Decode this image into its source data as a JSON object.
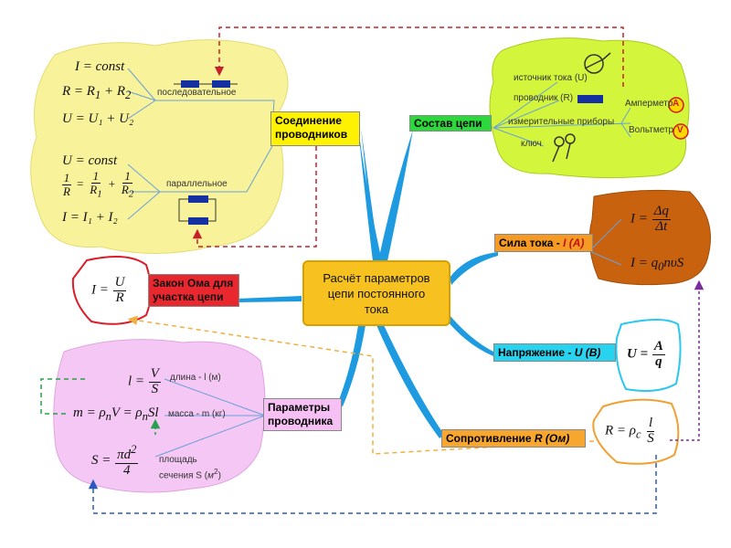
{
  "center": {
    "title": "Расчёт параметров\nцепи постоянного\nтока"
  },
  "branches": {
    "connection": {
      "label": "Соединение\nпроводников",
      "series": "последовательное",
      "parallel": "параллельное",
      "f_series_I": "I = const",
      "f_series_U": "U = U₁ + U₂",
      "f_parallel_U": "U = const",
      "f_parallel_I": "I = I₁ + I₂"
    },
    "composition": {
      "label": "Состав цепи",
      "source": "источник тока (U)",
      "conductor": "проводник (R)",
      "instruments": "измерительные приборы",
      "key": "ключ",
      "ammeter": "Амперметр",
      "ammeter_sym": "A",
      "voltmeter": "Вольтметр",
      "voltmeter_sym": "V"
    },
    "current": {
      "label_prefix": "Сила тока - ",
      "label_symbol": "I (A)"
    },
    "ohm": {
      "label": "Закон Ома для\nучастка цепи",
      "f_I": "I =",
      "f_U": "U",
      "f_R": "R"
    },
    "voltage": {
      "label_prefix": "Напряжение - ",
      "label_symbol": "U (B)"
    },
    "resistance": {
      "label_prefix": "Сопротивление ",
      "label_symbol": "R (Ом)"
    },
    "conductor_params": {
      "label": "Параметры\nпроводника",
      "length": "длина - l (м)",
      "mass": "масса - m (кг)",
      "area": "площадь\nсечения S (",
      "area_unit": "м",
      "area_close": ")"
    }
  },
  "colors": {
    "center_fill": "#f7c21f",
    "connection_bg": "#f8f39a",
    "composition_bg": "#d3f53c",
    "current_bg": "#c9620f",
    "ohm_box": "#e8282e",
    "voltage_box": "#28d3f0",
    "params_bg": "#f4c7f4",
    "resistance_box": "#f7a630",
    "connection_box": "#fff200",
    "composition_box": "#2bd93b",
    "current_box": "#f59a24",
    "params_box": "#f7c0f4",
    "branch_line": "#1d9ae0",
    "red_dash": "#c8202a",
    "green_dash": "#27a04a",
    "orange_dash": "#f0b040",
    "blue_dash": "#2a5ac0",
    "purple_dash": "#7a2c9c"
  },
  "icons": [
    "battery-source-icon",
    "conductor-resistor-icon",
    "ammeter-icon",
    "voltmeter-icon",
    "switch-key-icon",
    "series-resistors-icon",
    "parallel-resistors-icon"
  ]
}
